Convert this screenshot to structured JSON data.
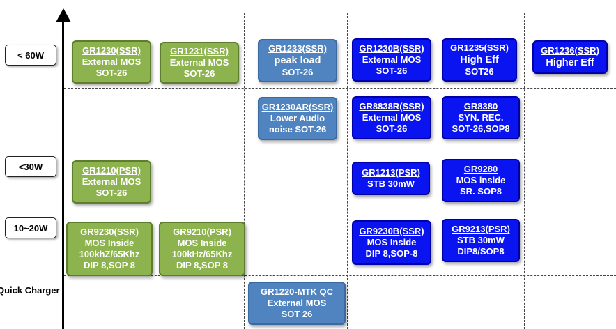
{
  "power_labels": {
    "lt60": "< 60W",
    "lt30": "<30W",
    "r10_20": "10~20W",
    "quick": "Quick Charger"
  },
  "colors": {
    "green": "#8db34e",
    "steel_blue": "#4f84c0",
    "blue": "#0a14f0"
  },
  "chips": {
    "gr1230": {
      "name": "GR1230(SSR)",
      "lines": [
        "External MOS",
        "SOT-26"
      ]
    },
    "gr1231": {
      "name": "GR1231(SSR)",
      "lines": [
        "External MOS",
        "SOT-26"
      ]
    },
    "gr1233": {
      "name": "GR1233(SSR)",
      "lines": [
        "peak load",
        "SOT-26"
      ]
    },
    "gr1230b": {
      "name": "GR1230B(SSR)",
      "lines": [
        "External MOS",
        "SOT-26"
      ]
    },
    "gr1235": {
      "name": "GR1235(SSR)",
      "lines": [
        "High Eff",
        "SOT26"
      ]
    },
    "gr1236": {
      "name": "GR1236(SSR)",
      "lines": [
        "Higher Eff"
      ]
    },
    "gr1230ar": {
      "name": "GR1230AR(SSR)",
      "lines": [
        "Lower Audio",
        "noise SOT-26"
      ]
    },
    "gr8838r": {
      "name": "GR8838R(SSR)",
      "lines": [
        "External MOS",
        "SOT-26"
      ]
    },
    "gr8380": {
      "name": "GR8380",
      "lines": [
        "SYN. REC.",
        "SOT-26,SOP8"
      ]
    },
    "gr1210": {
      "name": "GR1210(PSR)",
      "lines": [
        "External MOS",
        "SOT-26"
      ]
    },
    "gr1213": {
      "name": "GR1213(PSR)",
      "lines": [
        "STB 30mW"
      ]
    },
    "gr9280": {
      "name": "GR9280",
      "lines": [
        "MOS inside",
        "SR. SOP8"
      ]
    },
    "gr9230": {
      "name": "GR9230(SSR)",
      "lines": [
        "MOS Inside",
        "100khZ/65Khz",
        "DIP 8,SOP 8"
      ]
    },
    "gr9210": {
      "name": "GR9210(PSR)",
      "lines": [
        "MOS Inside",
        "100kHz/65Khz",
        "DIP 8,SOP 8"
      ]
    },
    "gr9230b": {
      "name": "GR9230B(SSR)",
      "lines": [
        "MOS Inside",
        "DIP 8,SOP-8"
      ]
    },
    "gr9213": {
      "name": "GR9213(PSR)",
      "lines": [
        "STB 30mW",
        "DIP8/SOP8"
      ]
    },
    "gr1220": {
      "name": "GR1220-MTK QC",
      "lines": [
        "External MOS",
        "SOT 26"
      ]
    }
  }
}
